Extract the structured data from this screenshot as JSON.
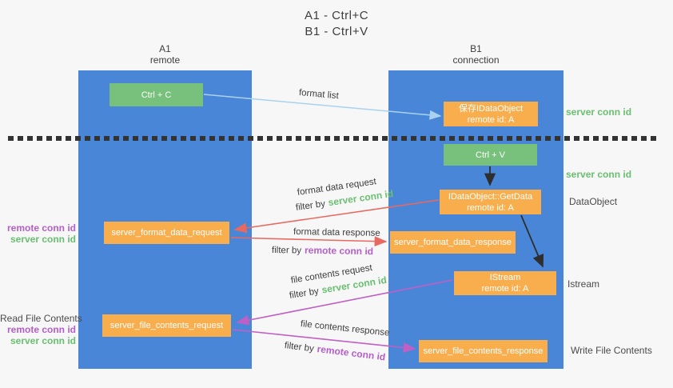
{
  "title": {
    "line1": "A1 - Ctrl+C",
    "line2": "B1 - Ctrl+V"
  },
  "columns": {
    "left": {
      "name": "A1",
      "subtitle": "remote"
    },
    "right": {
      "name": "B1",
      "subtitle": "connection"
    }
  },
  "boxes": {
    "ctrl_c": "Ctrl + C",
    "ctrl_v": "Ctrl + V",
    "save_dataobject": {
      "line1": "保存IDataObject",
      "line2": "remote id: A"
    },
    "getdata": {
      "line1": "IDataObject::GetData",
      "line2": "remote id: A"
    },
    "istream": {
      "line1": "IStream",
      "line2": "remote id: A"
    },
    "format_request": "server_format_data_request",
    "format_response": "server_format_data_response",
    "file_request": "server_file_contents_request",
    "file_response": "server_file_contents_response"
  },
  "side_labels": {
    "server_conn_id_top": "server conn id",
    "server_conn_id_mid": "server conn id",
    "dataobject": "DataObject",
    "istream": "Istream",
    "write_file_contents": "Write File Contents",
    "read_file_contents": "Read File Contents",
    "remote_conn_id_1": "remote conn id",
    "server_conn_id_left_1": "server conn id",
    "remote_conn_id_2": "remote conn id",
    "server_conn_id_left_2": "server conn id"
  },
  "arrow_labels": {
    "format_list": "format list",
    "format_data_request": "format data request",
    "format_data_response": "format data response",
    "file_contents_request": "file contents request",
    "file_contents_response": "file contents response",
    "filter_prefix": "filter by",
    "filter_server": "server conn id",
    "filter_remote": "remote conn id"
  },
  "colors": {
    "background": "#f7f7f7",
    "panel_blue": "#4a86d8",
    "box_green": "#77c17c",
    "box_orange": "#f9ae4d",
    "text_dark": "#3d3d3d",
    "text_gray": "#4a4a4a",
    "label_green": "#6abf71",
    "label_purple": "#b55fc9",
    "arrow_lightblue": "#a9d2ef",
    "arrow_red": "#e8695f",
    "arrow_magenta": "#c05fc4",
    "arrow_black": "#2e2e2e",
    "divider": "#333333"
  }
}
